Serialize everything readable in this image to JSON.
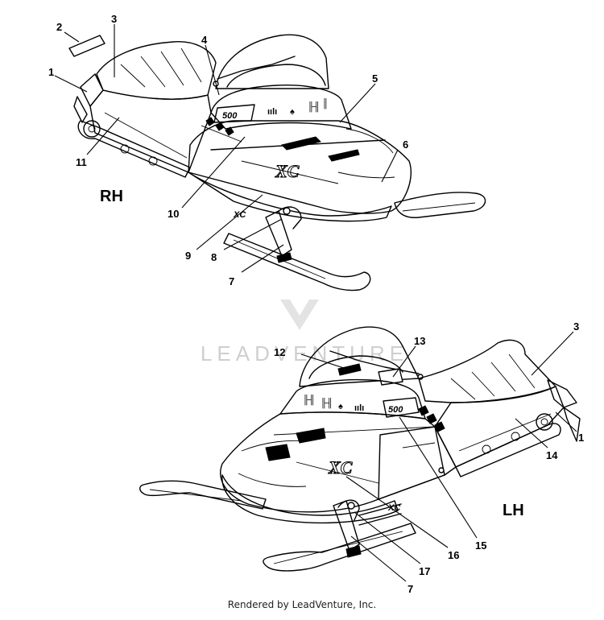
{
  "views": {
    "rh": {
      "side_label": "RH",
      "callouts": [
        "1",
        "2",
        "3",
        "4",
        "5",
        "6",
        "7",
        "8",
        "9",
        "10",
        "11"
      ],
      "decals": {
        "model_number": "500",
        "model_name": "XC"
      }
    },
    "lh": {
      "side_label": "LH",
      "callouts": [
        "3",
        "1",
        "12",
        "13",
        "14",
        "15",
        "16",
        "17",
        "7"
      ],
      "decals": {
        "model_number": "500",
        "model_name": "XC"
      }
    }
  },
  "watermark": "LEADVENTURE",
  "footer": "Rendered by LeadVenture, Inc.",
  "colors": {
    "line": "#000000",
    "background": "#ffffff",
    "watermark": "#cfcfcf"
  }
}
